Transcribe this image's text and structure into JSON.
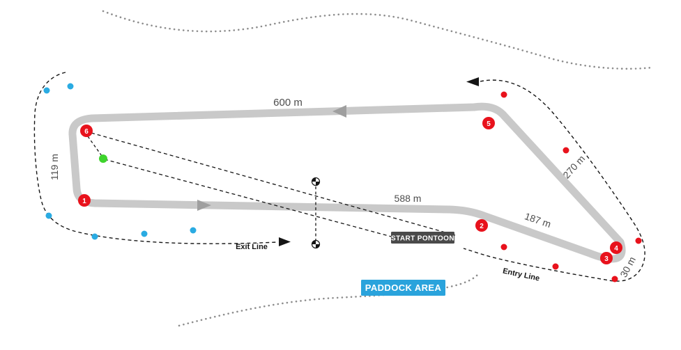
{
  "course": {
    "distance_labels": {
      "top_straight": "600 m",
      "main_straight": "588 m",
      "west_side": "119 m",
      "northeast_diagonal": "270 m",
      "southeast_diagonal": "187 m",
      "hairpin": "30 m"
    },
    "buoys": [
      {
        "number": "1"
      },
      {
        "number": "2"
      },
      {
        "number": "3"
      },
      {
        "number": "4"
      },
      {
        "number": "5"
      },
      {
        "number": "6"
      }
    ],
    "labels": {
      "exit_line": "Exit Line",
      "entry_line": "Entry Line",
      "start_pontoon": "START PONTOON",
      "paddock_area": "PADDOCK AREA"
    },
    "colors": {
      "track": "#c9c9c9",
      "track_arrow": "#9f9f9f",
      "course_line": "#151515",
      "buoy_red": "#e8121c",
      "dot_blue": "#2aabe2",
      "dot_green": "#3ed42c",
      "pontoon_bg": "#4a4a4a",
      "paddock_bg": "#2aa3dc",
      "shore_dotted": "#8c8c8c",
      "label_gray": "#4d4d4d",
      "text_white": "#ffffff"
    }
  }
}
